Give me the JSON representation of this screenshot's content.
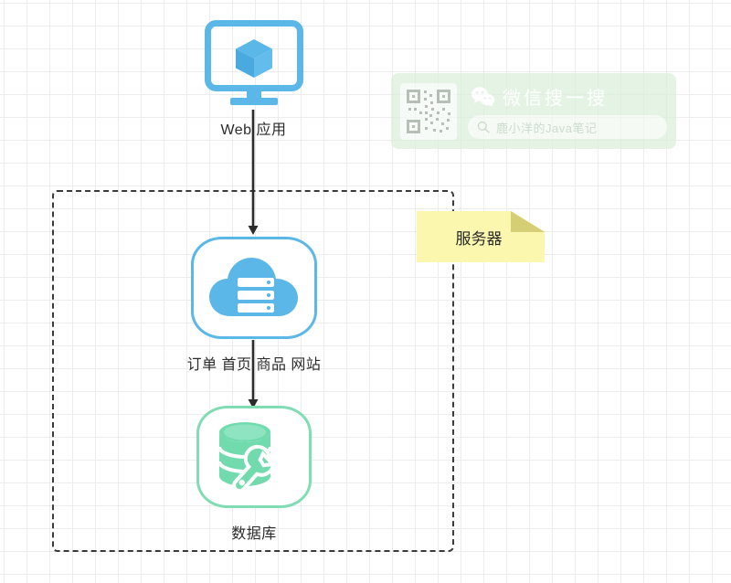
{
  "diagram": {
    "title": "Web application server architecture diagram",
    "background": {
      "grid_color": "#ededed",
      "page_color": "#ffffff"
    },
    "boundary": {
      "name": "server-boundary",
      "style": "dashed",
      "color": "#3a3a3a"
    },
    "sticky_note": {
      "label": "服务器",
      "fill": "#fbf7ae",
      "fold": "#d6ce75"
    },
    "nodes": [
      {
        "id": "webapp",
        "label": "Web 应用",
        "icon": "monitor-cube-icon",
        "color": "#5ab7e8"
      },
      {
        "id": "server",
        "label": "订单 首页 商品 网站",
        "icon": "cloud-server-icon",
        "color": "#5ab7e8"
      },
      {
        "id": "database",
        "label": "数据库",
        "icon": "database-wrench-icon",
        "color": "#7fdcb3"
      }
    ],
    "connectors": [
      {
        "id": "webapp-to-server",
        "from": "webapp",
        "to": "server",
        "arrow": "down"
      },
      {
        "id": "server-to-database",
        "from": "server",
        "to": "database",
        "arrow": "down"
      }
    ]
  },
  "wechat_banner": {
    "title": "微信搜一搜",
    "search_text": "鹿小洋的Java笔记",
    "background": "#dcefdc",
    "qr_label": "qr-code"
  }
}
